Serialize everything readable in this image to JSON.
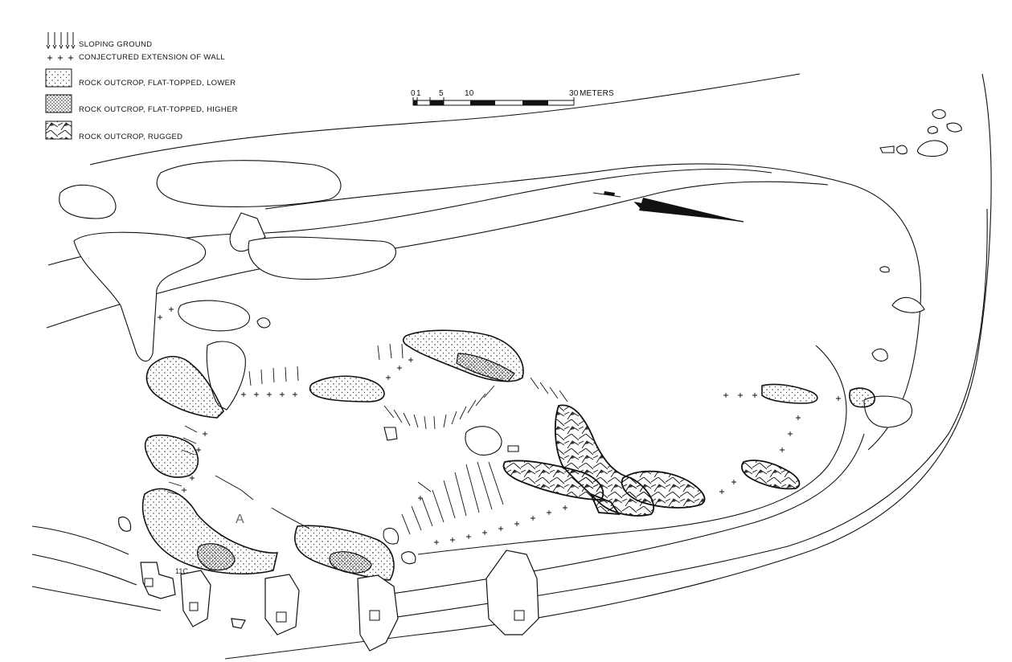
{
  "legend": {
    "sloping_ground": "SLOPING GROUND",
    "wall_extension": "CONJECTURED EXTENSION OF WALL",
    "rock_lower": "ROCK OUTCROP, FLAT-TOPPED, LOWER",
    "rock_higher": "ROCK OUTCROP, FLAT-TOPPED, HIGHER",
    "rock_rugged": "ROCK OUTCROP, RUGGED"
  },
  "scale": {
    "ticks": [
      "0",
      "1",
      "5",
      "10",
      "30"
    ],
    "unit": "METERS"
  },
  "labels": {
    "area_a": "A",
    "area_11c": "11C"
  },
  "north_arrow_icon": "north-arrow-icon"
}
